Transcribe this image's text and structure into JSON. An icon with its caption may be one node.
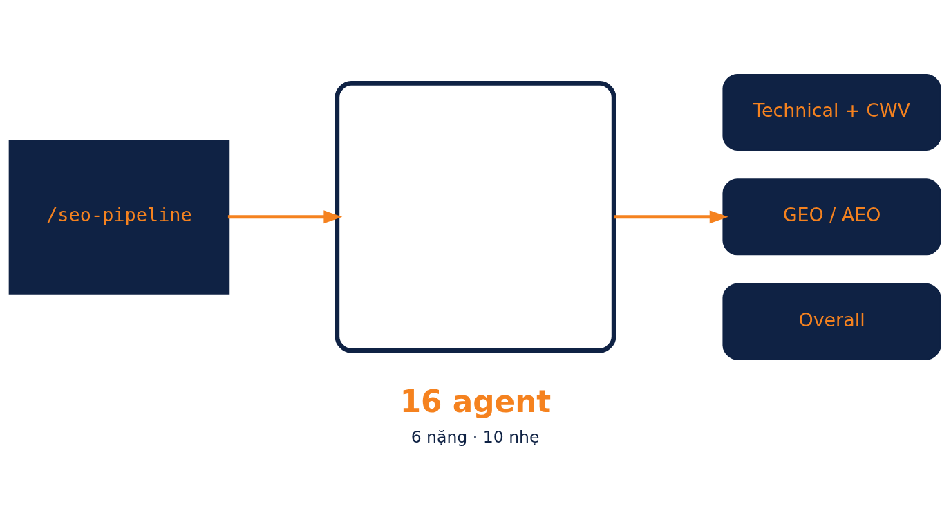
{
  "diagram": {
    "nodes": [
      {
        "text": [
          "/seo-pipeline"
        ]
      },
      {
        "text": [],
        "shape": "box",
        "beside": [
          "16 agent",
          "6 nặng · 10 nhẹ"
        ]
      },
      {
        "text": [
          "Technical + CWV"
        ]
      },
      {
        "text": [
          "GEO / AEO"
        ]
      },
      {
        "text": [
          "Overall"
        ]
      }
    ],
    "edges": [
      {
        "from": 0,
        "to": 1,
        "arrow": "to"
      },
      {
        "from": 1,
        "to": 3,
        "arrow": "to"
      }
    ]
  }
}
